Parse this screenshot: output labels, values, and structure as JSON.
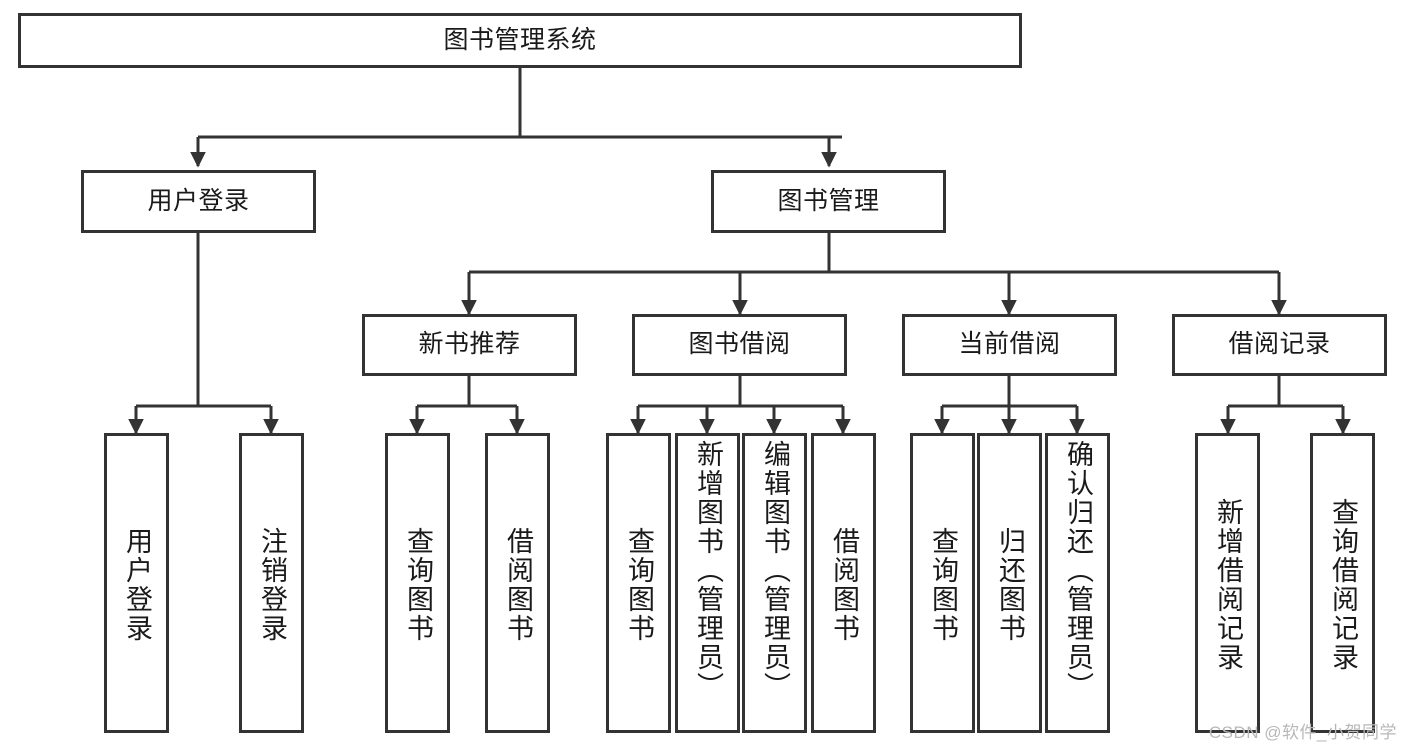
{
  "diagram": {
    "title": "图书管理系统",
    "type": "功能结构图",
    "stroke_color": "#333333",
    "fill_color": "#ffffff",
    "text_color": "#1a1a1a"
  },
  "root": {
    "label": "图书管理系统"
  },
  "level1": [
    {
      "label": "用户登录"
    },
    {
      "label": "图书管理"
    }
  ],
  "level2": [
    {
      "label": "新书推荐"
    },
    {
      "label": "图书借阅"
    },
    {
      "label": "当前借阅"
    },
    {
      "label": "借阅记录"
    }
  ],
  "leaves": {
    "user_login": [
      {
        "label": "用户登录"
      },
      {
        "label": "注销登录"
      }
    ],
    "new_book_recommend": [
      {
        "label": "查询图书"
      },
      {
        "label": "借阅图书"
      }
    ],
    "book_borrow": [
      {
        "label": "查询图书"
      },
      {
        "label": "新增图书（管理员）"
      },
      {
        "label": "编辑图书（管理员）"
      },
      {
        "label": "借阅图书"
      }
    ],
    "current_borrow": [
      {
        "label": "查询图书"
      },
      {
        "label": "归还图书"
      },
      {
        "label": "确认归还（管理员）"
      }
    ],
    "borrow_record": [
      {
        "label": "新增借阅记录"
      },
      {
        "label": "查询借阅记录"
      }
    ]
  },
  "watermark": {
    "text": "CSDN @软件_小贺同学"
  }
}
